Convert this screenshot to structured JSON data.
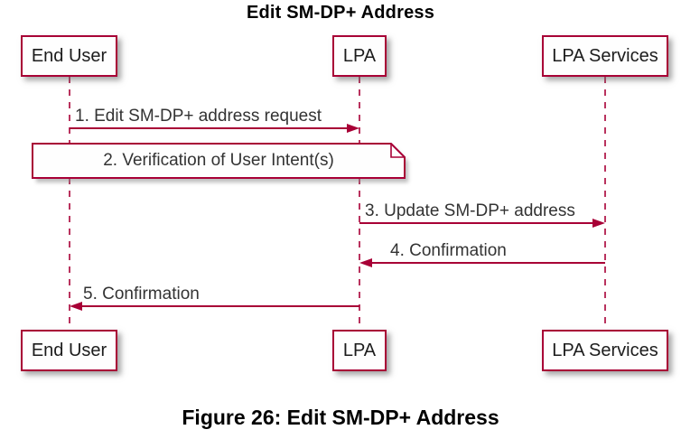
{
  "diagram": {
    "type": "sequence-diagram",
    "title": "Edit SM-DP+ Address",
    "caption": "Figure 26: Edit SM-DP+ Address",
    "participants": [
      {
        "label": "End User"
      },
      {
        "label": "LPA"
      },
      {
        "label": "LPA Services"
      }
    ],
    "steps": [
      {
        "type": "message",
        "label": "1. Edit SM-DP+ address request",
        "from": "End User",
        "to": "LPA",
        "direction": "right"
      },
      {
        "type": "note",
        "label": "2. Verification of User Intent(s)",
        "over": "End User, LPA"
      },
      {
        "type": "message",
        "label": "3. Update SM-DP+ address",
        "from": "LPA",
        "to": "LPA Services",
        "direction": "right"
      },
      {
        "type": "message",
        "label": "4. Confirmation",
        "from": "LPA Services",
        "to": "LPA",
        "direction": "left"
      },
      {
        "type": "message",
        "label": "5. Confirmation",
        "from": "LPA",
        "to": "End User",
        "direction": "left"
      }
    ],
    "colors": {
      "accent": "#a80036",
      "text": "#333333",
      "participant_text": "#1c1c1c",
      "title_text": "#000000",
      "fill": "#fefefe",
      "background": "#ffffff"
    }
  }
}
